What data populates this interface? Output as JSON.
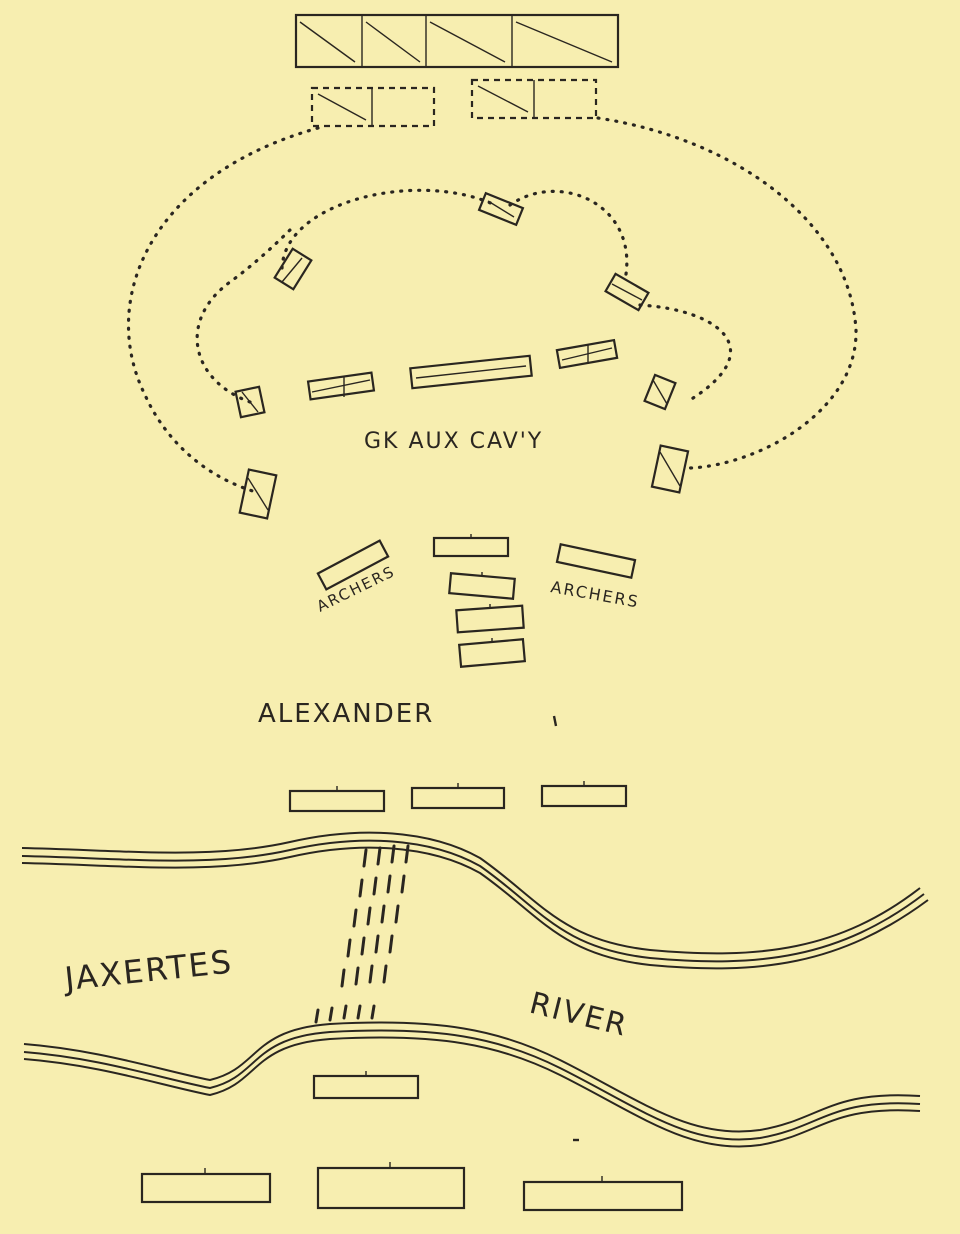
{
  "map": {
    "labels": {
      "cavalry": "GK AUX CAV'Y",
      "archers_left": "ARCHERS",
      "archers_right": "ARCHERS",
      "commander": "ALEXANDER",
      "river_name": "JAXERTES",
      "river_word": "RIVER"
    },
    "colors": {
      "paper": "#f7eeb0",
      "ink": "#2a2620"
    }
  }
}
